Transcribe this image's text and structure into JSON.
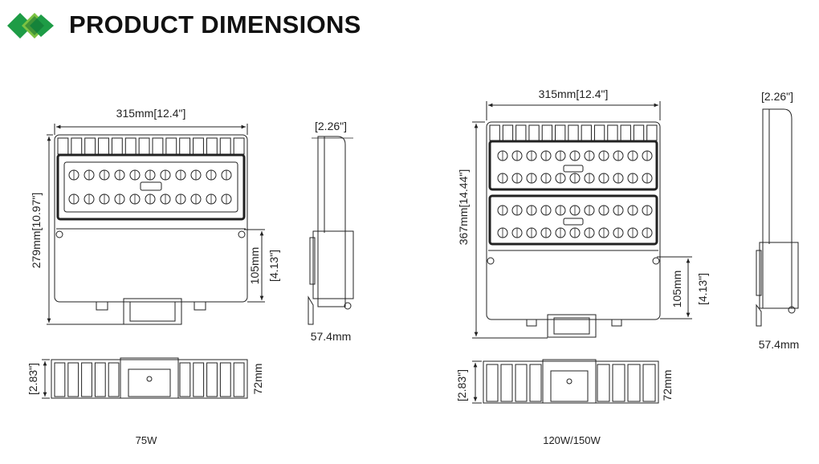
{
  "header": {
    "title": "PRODUCT DIMENSIONS",
    "logo_colors": [
      "#1e9c46",
      "#7cc242",
      "#0e6f32"
    ]
  },
  "models": [
    {
      "caption": "75W",
      "width_label": "315mm[12.4\"]",
      "height_label": "279mm[10.97\"]",
      "bracket_mm_label": "105mm",
      "bracket_in_label": "[4.13\"]",
      "side_depth_in_label": "[2.26\"]",
      "side_depth_mm_label": "57.4mm",
      "bottom_in_label": "[2.83\"]",
      "bottom_mm_label": "72mm"
    },
    {
      "caption": "120W/150W",
      "width_label": "315mm[12.4\"]",
      "height_label": "367mm[14.44\"]",
      "bracket_mm_label": "105mm",
      "bracket_in_label": "[4.13\"]",
      "side_depth_in_label": "[2.26\"]",
      "side_depth_mm_label": "57.4mm",
      "bottom_in_label": "[2.83\"]",
      "bottom_mm_label": "72mm"
    }
  ]
}
